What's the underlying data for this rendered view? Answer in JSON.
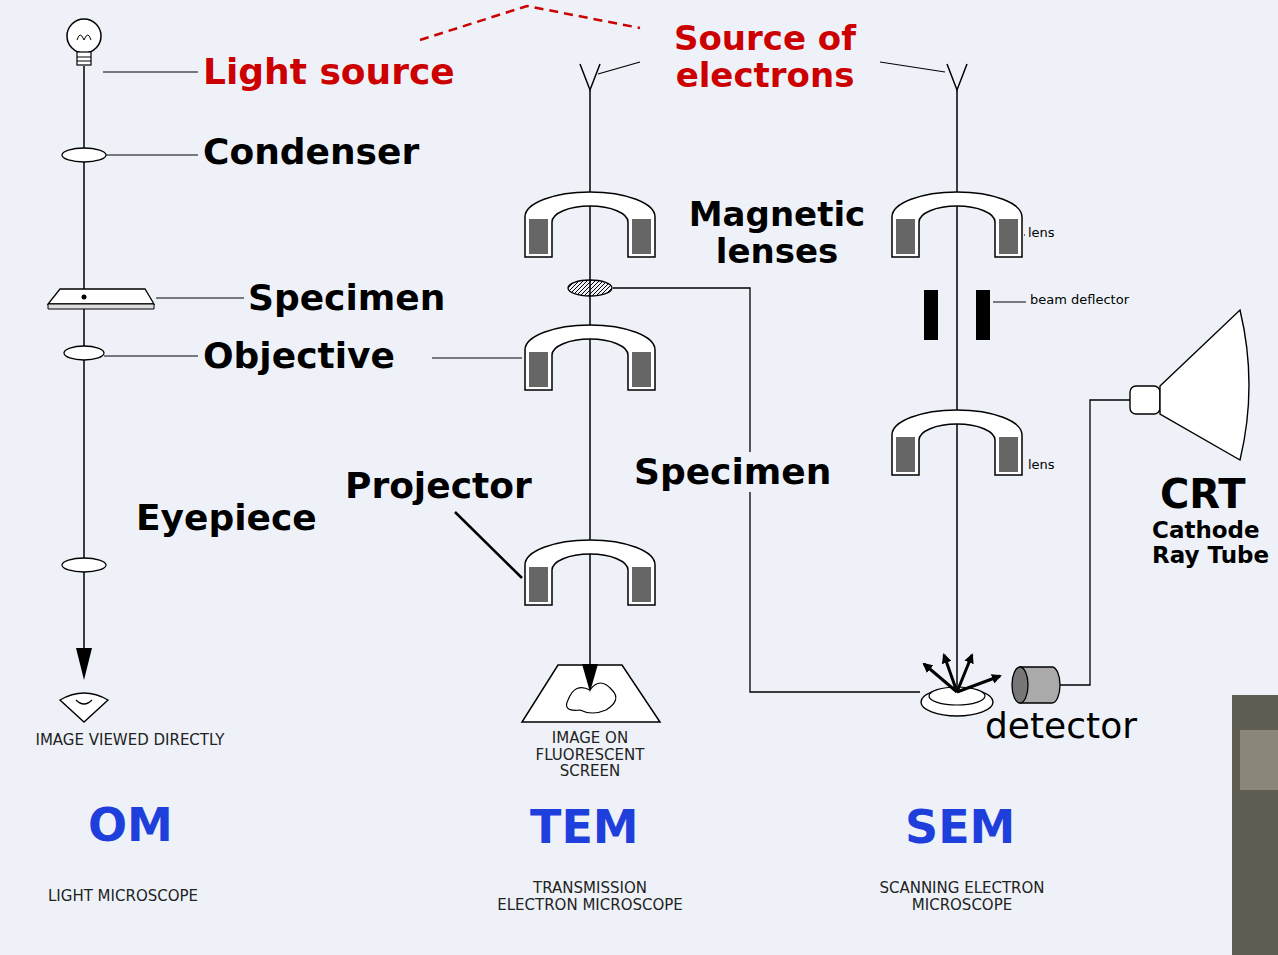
{
  "diagram": {
    "labels": [
      "Light source",
      "Source of electrons",
      "Condenser",
      "Magnetic lenses",
      "lens",
      "beam deflector",
      "Specimen",
      "Objective",
      "Specimen",
      "lens",
      "CRT",
      "Cathode Ray Tube",
      "Projector",
      "Eyepiece",
      "detector",
      "IMAGE VIEWED DIRECTLY",
      "IMAGE ON FLUORESCENT SCREEN",
      "OM",
      "TEM",
      "SEM",
      "LIGHT MICROSCOPE",
      "TRANSMISSION ELECTRON MICROSCOPE",
      "SCANNING ELECTRON MICROSCOPE"
    ]
  }
}
